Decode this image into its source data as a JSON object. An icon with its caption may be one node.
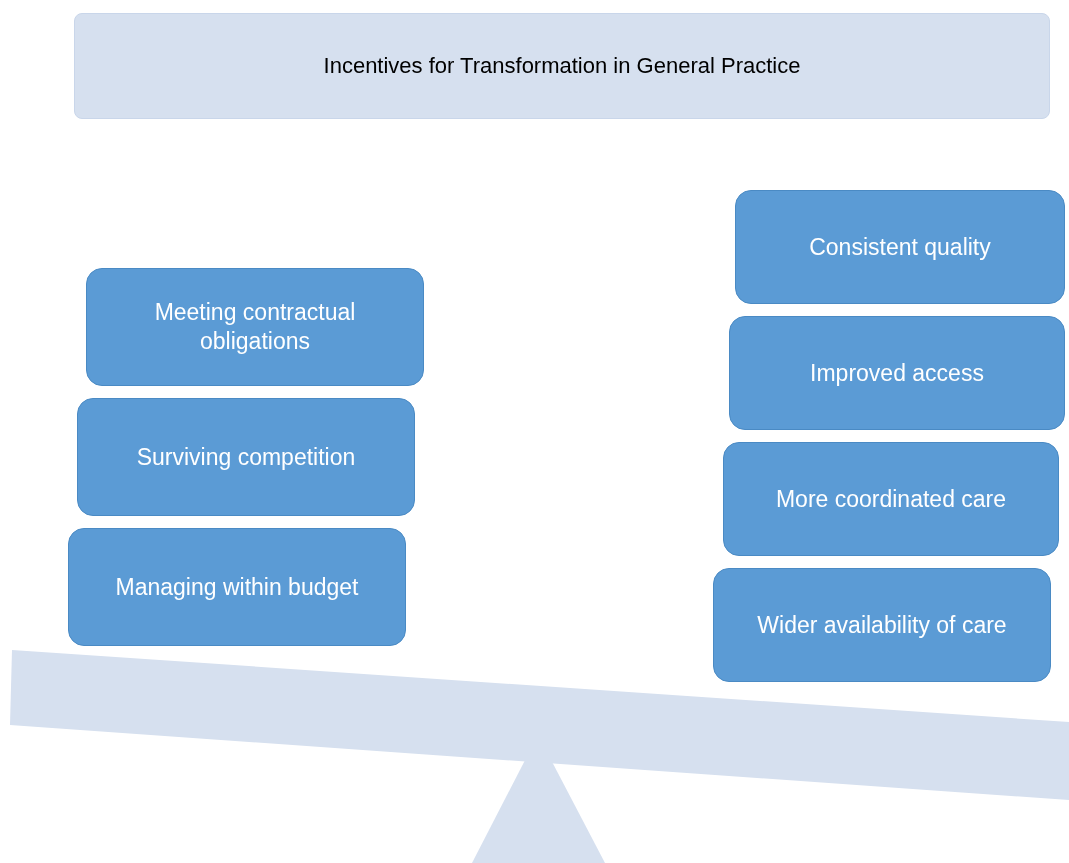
{
  "diagram": {
    "nodes": [
      {
        "text": [
          "Incentives for Transformation in General Practice"
        ]
      },
      {
        "text": [
          "Meeting contractual obligations"
        ]
      },
      {
        "text": [
          "Surviving competition"
        ]
      },
      {
        "text": [
          "Managing within budget"
        ]
      },
      {
        "text": [
          "Consistent quality"
        ]
      },
      {
        "text": [
          "Improved access"
        ]
      },
      {
        "text": [
          "More coordinated care"
        ]
      },
      {
        "text": [
          "Wider availability of care"
        ]
      }
    ]
  }
}
